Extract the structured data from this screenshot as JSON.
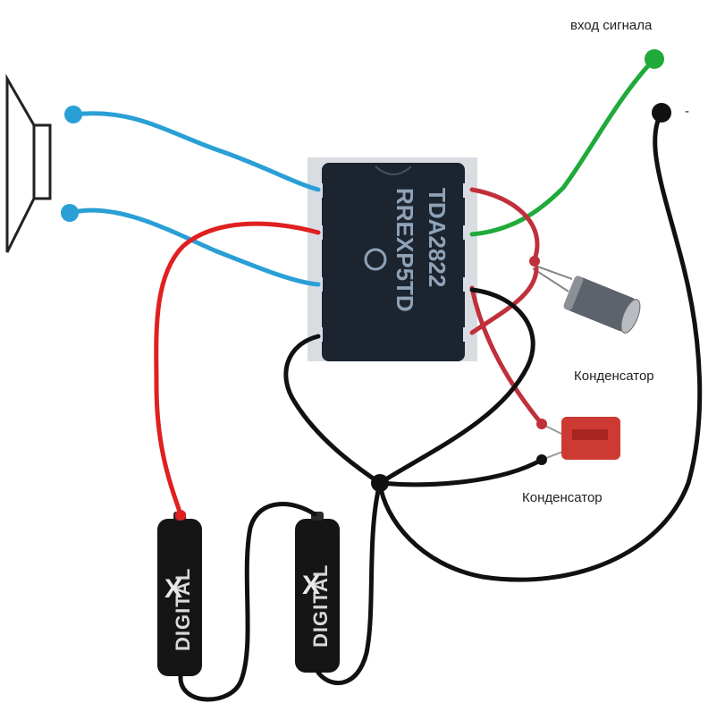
{
  "labels": {
    "signal_input": "вход сигнала",
    "minus_sign": "-",
    "capacitor_electrolytic": "Конденсатор",
    "capacitor_film": "Конденсатор"
  },
  "chip": {
    "marking_line1": "TDA2822",
    "marking_line2": "RREXP5TD"
  },
  "batteries": [
    {
      "brand": "DIGITAL",
      "logo_letter": "X"
    },
    {
      "brand": "DIGITAL",
      "logo_letter": "X"
    }
  ],
  "wire_colors": {
    "speaker": "#2a9fd6",
    "power_positive": "#e02020",
    "ground": "#111111",
    "signal": "#1faa3a",
    "capacitor_link": "#c0303a"
  },
  "component_colors": {
    "chip_body": "#1c2430",
    "chip_pin": "#d8dde3",
    "electrolytic_capacitor": "#5d636b",
    "film_capacitor": "#cc3a33",
    "battery_body": "#151515"
  }
}
